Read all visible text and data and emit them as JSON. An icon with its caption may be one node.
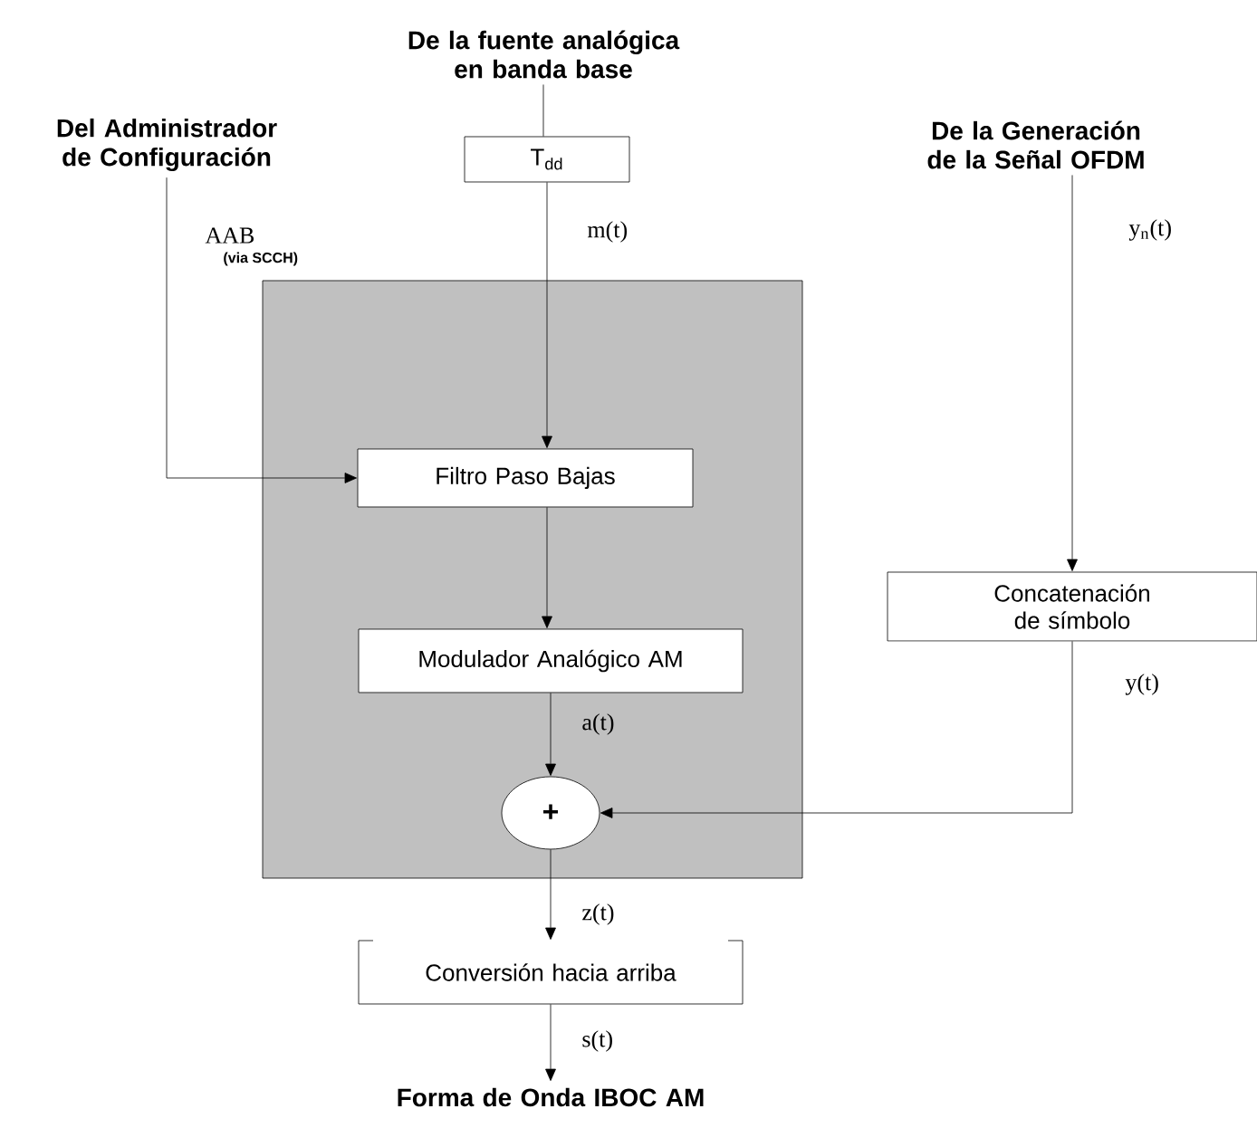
{
  "diagram": {
    "nodes": [
      {
        "text": [
          "De la fuente analógica en banda base"
        ]
      },
      {
        "text": [
          "T$_{dd}$"
        ]
      },
      {
        "text": [
          "Del Administrador de Configuración"
        ]
      },
      {
        "text": [
          "De la Generación de la Señal OFDM"
        ]
      },
      {
        "text": [],
        "shape": "box"
      },
      {
        "text": [
          "Filtro Paso Bajas"
        ],
        "in": 4
      },
      {
        "text": [
          "Modulador Analógico AM"
        ],
        "in": 4
      },
      {
        "text": [
          "+"
        ],
        "in": 4
      },
      {
        "text": [
          "Concatenación de símbolo"
        ]
      },
      {
        "text": [
          "Conversión hacia arriba"
        ]
      },
      {
        "text": [
          "Forma de Onda IBOC AM"
        ]
      }
    ],
    "edges": [
      {
        "from": 0,
        "to": 1,
        "arrow": "none"
      },
      {
        "from": 1,
        "to": 5,
        "arrow": "to",
        "label": "m(t)"
      },
      {
        "from": 2,
        "to": 5,
        "arrow": "to",
        "label": "AAB"
      },
      {
        "from": 3,
        "to": 8,
        "arrow": "to",
        "label": "y$_{n}$(t)"
      },
      {
        "from": 5,
        "to": 6,
        "arrow": "to"
      },
      {
        "from": 6,
        "to": 7,
        "arrow": "to",
        "label": "a(t)"
      },
      {
        "from": 8,
        "to": 7,
        "arrow": "to",
        "label": "y(t)"
      },
      {
        "from": 7,
        "to": 9,
        "arrow": "to",
        "label": "z(t)"
      },
      {
        "from": 9,
        "to": 10,
        "arrow": "to",
        "label": "s(t)"
      }
    ],
    "labels": [
      "(via SCCH)"
    ]
  }
}
